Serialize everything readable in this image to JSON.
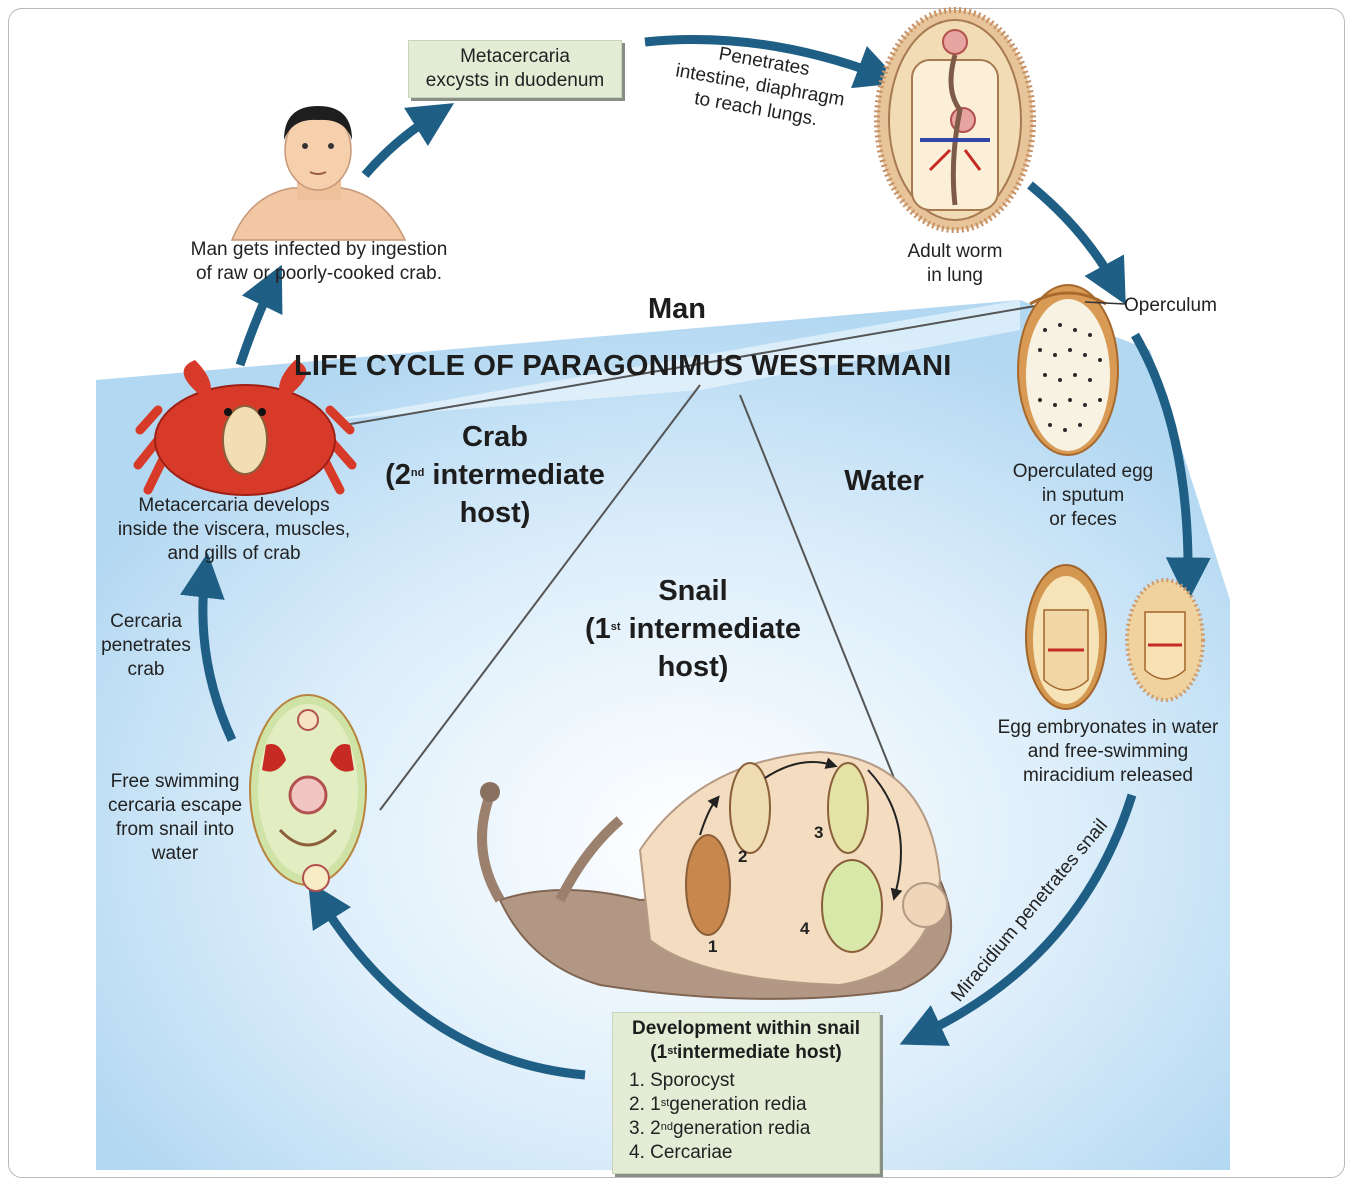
{
  "title": "LIFE CYCLE OF PARAGONIMUS WESTERMANI",
  "regions": {
    "man": "Man",
    "crab_line1": "Crab",
    "crab_line2_pre": "(2",
    "crab_line2_sup": "nd",
    "crab_line2_post": " intermediate",
    "crab_line3": "host)",
    "water": "Water",
    "snail_line1": "Snail",
    "snail_line2_pre": "(1",
    "snail_line2_sup": "st",
    "snail_line2_post": " intermediate",
    "snail_line3": "host)"
  },
  "stages": {
    "excysts_line1": "Metacercaria",
    "excysts_line2": "excysts in duodenum",
    "penetrates_line1": "Penetrates",
    "penetrates_line2": "intestine, diaphragm",
    "penetrates_line3": "to reach lungs.",
    "adult_line1": "Adult worm",
    "adult_line2": "in lung",
    "operculum": "Operculum",
    "egg_line1": "Operculated egg",
    "egg_line2": "in sputum",
    "egg_line3": "or feces",
    "embryo_line1": "Egg embryonates in water",
    "embryo_line2": "and free-swimming",
    "embryo_line3": "miracidium released",
    "miracidium": "Miracidium penetrates snail",
    "free_line1": "Free swimming",
    "free_line2": "cercaria escape",
    "free_line3": "from snail into",
    "free_line4": "water",
    "cerc_line1": "Cercaria",
    "cerc_line2": "penetrates",
    "cerc_line3": "crab",
    "meta_line1": "Metacercaria develops",
    "meta_line2": "inside the viscera, muscles,",
    "meta_line3": "and gills of crab",
    "man_line1": "Man gets infected by ingestion",
    "man_line2": "of raw or poorly-cooked crab."
  },
  "snail_box": {
    "head_line1": "Development within snail",
    "head_line2_pre": "(1",
    "head_line2_sup": "st",
    "head_line2_post": "intermediate host)",
    "item1": "1. Sporocyst",
    "item2_pre": "2. 1",
    "item2_sup": "st",
    "item2_post": "generation redia",
    "item3_pre": "3. 2",
    "item3_sup": "nd",
    "item3_post": "generation redia",
    "item4": "4. Cercariae"
  },
  "snail_numbers": [
    "1",
    "2",
    "3",
    "4"
  ],
  "colors": {
    "arrow": "#1f5f85",
    "sky": "#b9dcf3",
    "box_fill": "#e3ecd5",
    "crab": "#d83a2a",
    "snail_body": "#b29884",
    "snail_shell": "#f3dcc0",
    "egg_fill": "#f4e2bf"
  }
}
